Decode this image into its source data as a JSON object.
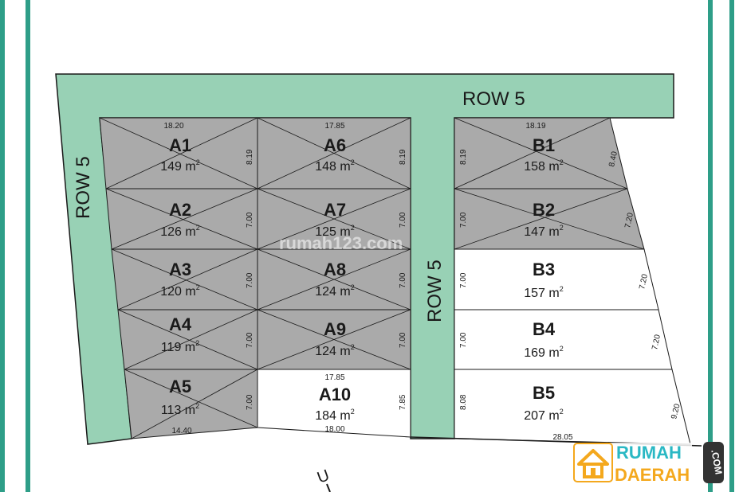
{
  "colors": {
    "road": "#98d1b5",
    "sold_lot": "#aaaaaa",
    "available_lot": "#ffffff",
    "frame": "#2e9e88",
    "line": "#1a1a1a",
    "brand_teal": "#2ab8c4",
    "brand_orange": "#f4a81d"
  },
  "roads": {
    "top": "ROW 5",
    "left": "ROW 5",
    "middle": "ROW 5"
  },
  "lots": {
    "A1": {
      "name": "A1",
      "area": "149 m",
      "sold": true
    },
    "A2": {
      "name": "A2",
      "area": "126 m",
      "sold": true
    },
    "A3": {
      "name": "A3",
      "area": "120 m",
      "sold": true
    },
    "A4": {
      "name": "A4",
      "area": "119 m",
      "sold": true
    },
    "A5": {
      "name": "A5",
      "area": "113 m",
      "sold": true
    },
    "A6": {
      "name": "A6",
      "area": "148 m",
      "sold": true
    },
    "A7": {
      "name": "A7",
      "area": "125 m",
      "sold": true
    },
    "A8": {
      "name": "A8",
      "area": "124 m",
      "sold": true
    },
    "A9": {
      "name": "A9",
      "area": "124 m",
      "sold": true
    },
    "A10": {
      "name": "A10",
      "area": "184 m",
      "sold": false
    },
    "B1": {
      "name": "B1",
      "area": "158 m",
      "sold": true
    },
    "B2": {
      "name": "B2",
      "area": "147 m",
      "sold": true
    },
    "B3": {
      "name": "B3",
      "area": "157 m",
      "sold": false
    },
    "B4": {
      "name": "B4",
      "area": "169 m",
      "sold": false
    },
    "B5": {
      "name": "B5",
      "area": "207 m",
      "sold": false
    }
  },
  "area_unit_sup": "2",
  "dimensions": {
    "a1_top": "18.20",
    "a1_side": "8.19",
    "a6_top": "17.85",
    "a6_side": "8.19",
    "b1_top": "18.19",
    "b1_left": "8.19",
    "b1_right": "8.40",
    "a2_side": "7.00",
    "a7_side": "7.00",
    "b2_left": "7.00",
    "b2_right": "7.20",
    "a3_side": "7.00",
    "a8_side": "7.00",
    "b3_left": "7.00",
    "b3_right": "7.20",
    "a4_side": "7.00",
    "a9_side": "7.00",
    "b4_left": "7.00",
    "b4_right": "7.20",
    "a5_side": "7.00",
    "a10_top": "17.85",
    "a10_side": "7.85",
    "b5_left": "8.08",
    "b5_right": "9.20",
    "a5_bottom": "14.40",
    "a10_bottom": "18.00",
    "b5_bottom": "28.05"
  },
  "north_letter": "U",
  "watermark": "rumah123.com",
  "brand": {
    "line1": "RUMAH",
    "line2": "DAERAH",
    "tld": ".COM"
  }
}
